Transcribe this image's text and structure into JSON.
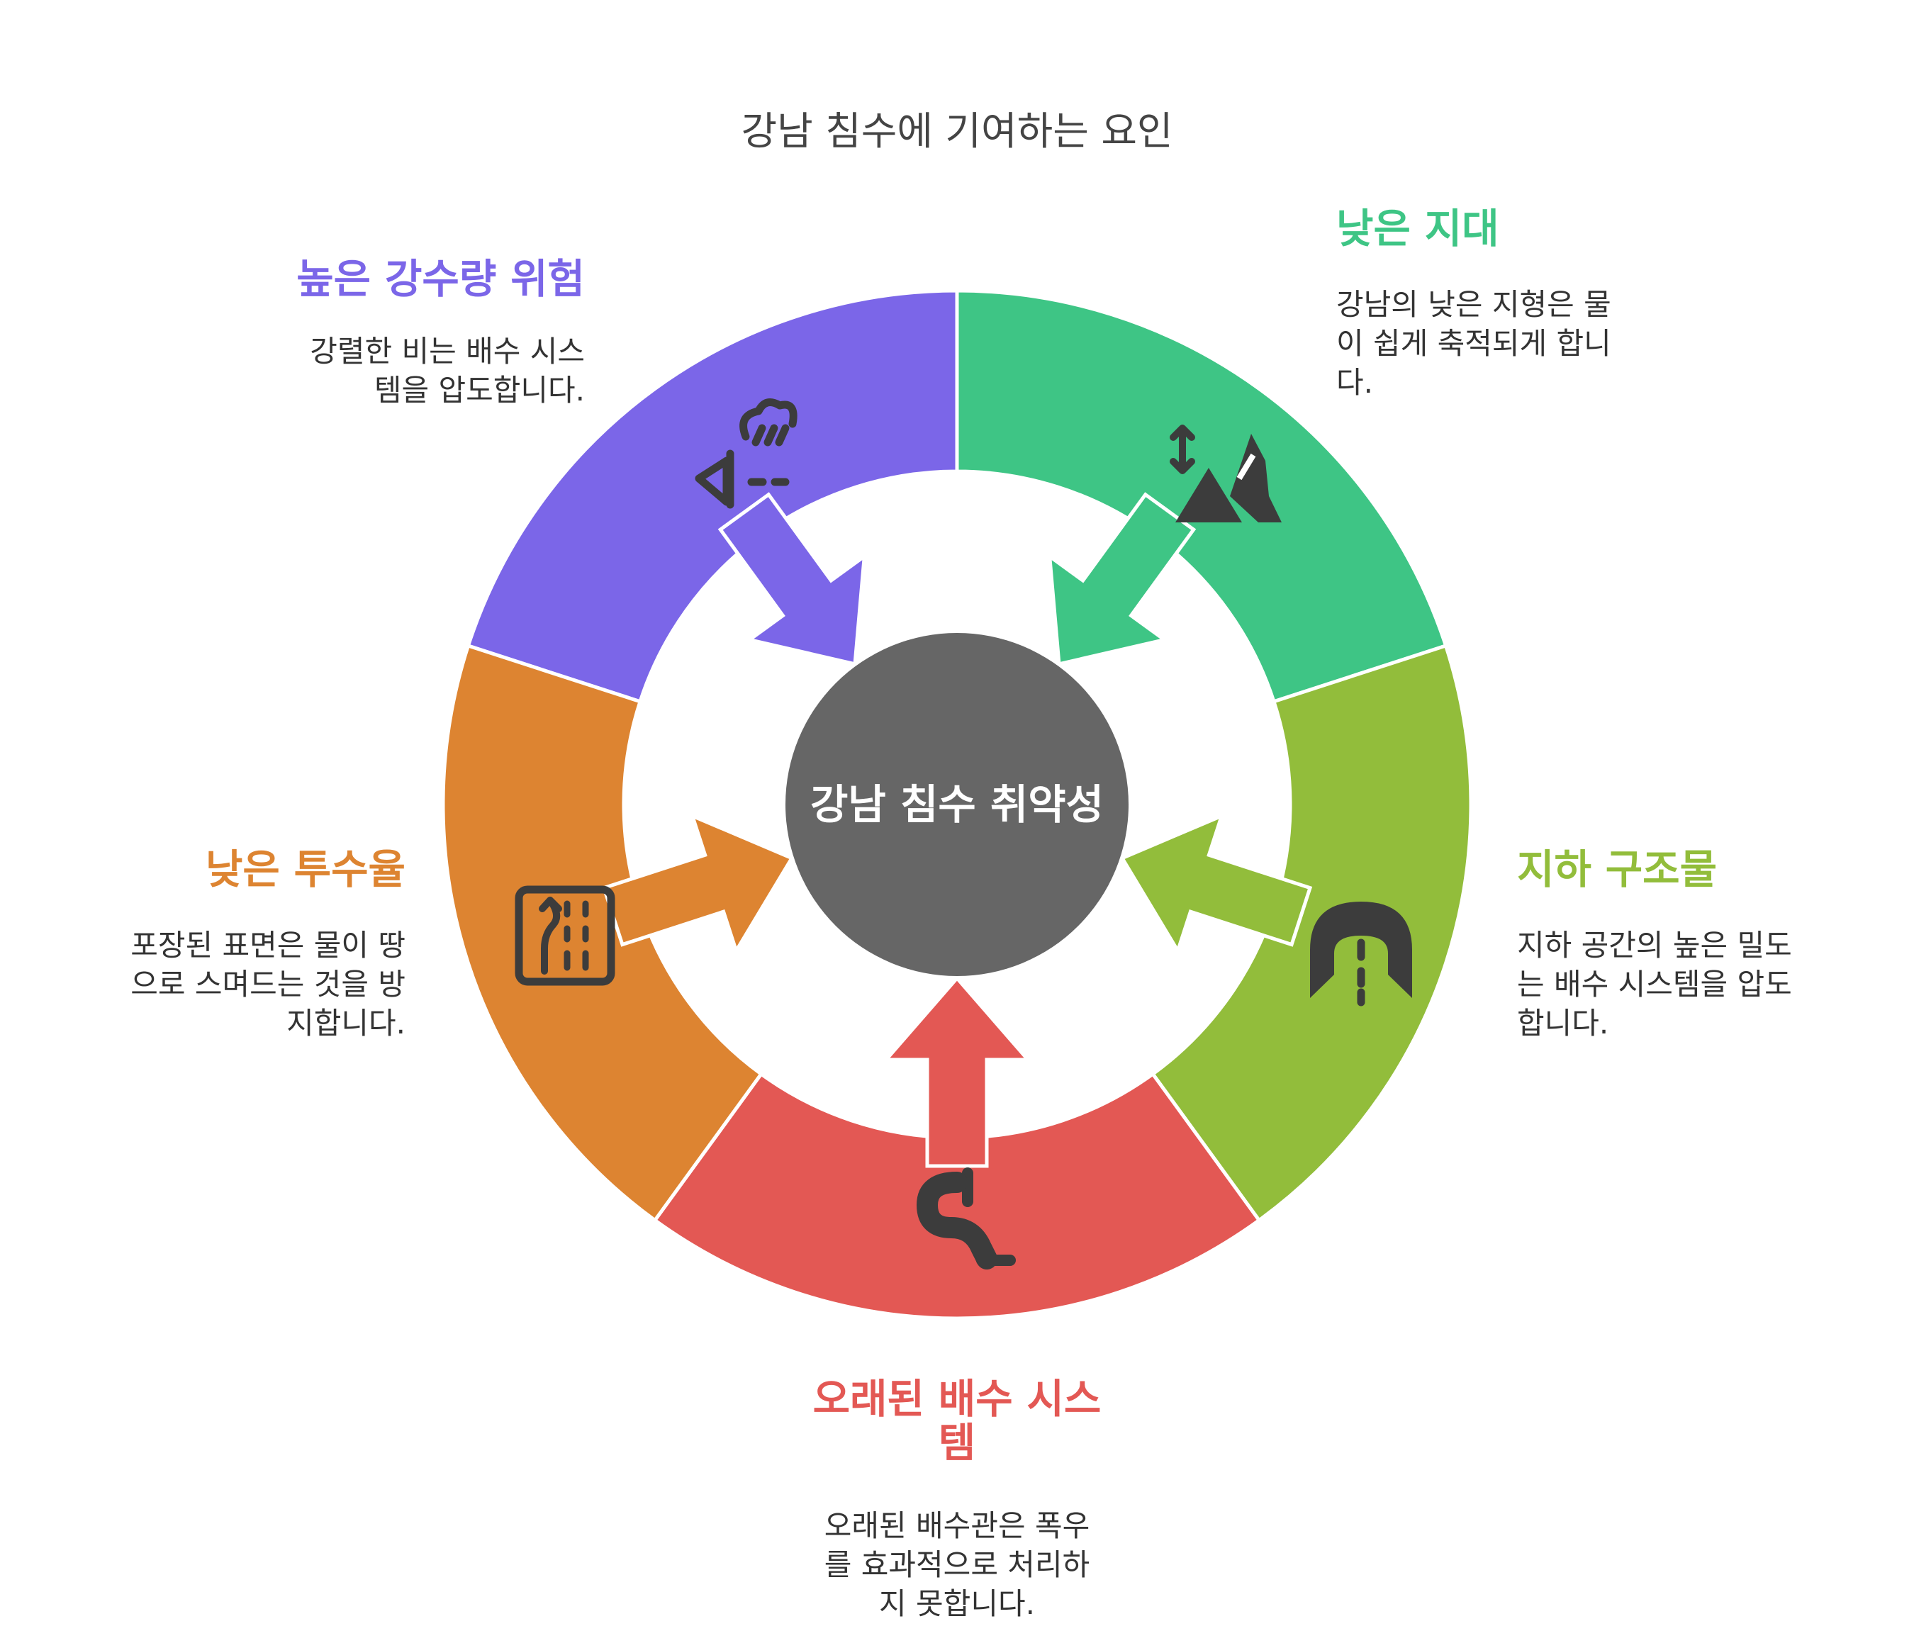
{
  "title": "강남 침수에 기여하는 요인",
  "center_label": "강남 침수 취약성",
  "colors": {
    "purple": "#7b66e8",
    "green": "#3ec585",
    "lime": "#92bd3b",
    "red": "#e35854",
    "orange": "#dd8431",
    "center": "#666666",
    "icon": "#3c3c3c"
  },
  "factors": [
    {
      "id": "high-rainfall",
      "title": "높은 강수량 위험",
      "desc_lines": [
        "강렬한 비는 배수 시스",
        "템을 압도합니다."
      ],
      "color": "#7b66e8",
      "icon": "rain-cloud-icon"
    },
    {
      "id": "low-lying",
      "title": "낮은 지대",
      "desc_lines": [
        "강남의 낮은 지형은 물",
        "이 쉽게 축적되게 합니",
        "다."
      ],
      "color": "#3ec585",
      "icon": "terrain-elevation-icon"
    },
    {
      "id": "underground",
      "title": "지하 구조물",
      "desc_lines": [
        "지하 공간의 높은 밀도",
        "는 배수 시스템을 압도",
        "합니다."
      ],
      "color": "#92bd3b",
      "icon": "tunnel-icon"
    },
    {
      "id": "old-drainage",
      "title_lines": [
        "오래된 배수 시스",
        "템"
      ],
      "desc_lines": [
        "오래된 배수관은 폭우",
        "를 효과적으로 처리하",
        "지 못합니다."
      ],
      "color": "#e35854",
      "icon": "drain-pipe-icon"
    },
    {
      "id": "low-permeability",
      "title": "낮은 투수율",
      "desc_lines": [
        "포장된 표면은 물이 땅",
        "으로 스며드는 것을 방",
        "지합니다."
      ],
      "color": "#dd8431",
      "icon": "road-lanes-icon"
    }
  ]
}
